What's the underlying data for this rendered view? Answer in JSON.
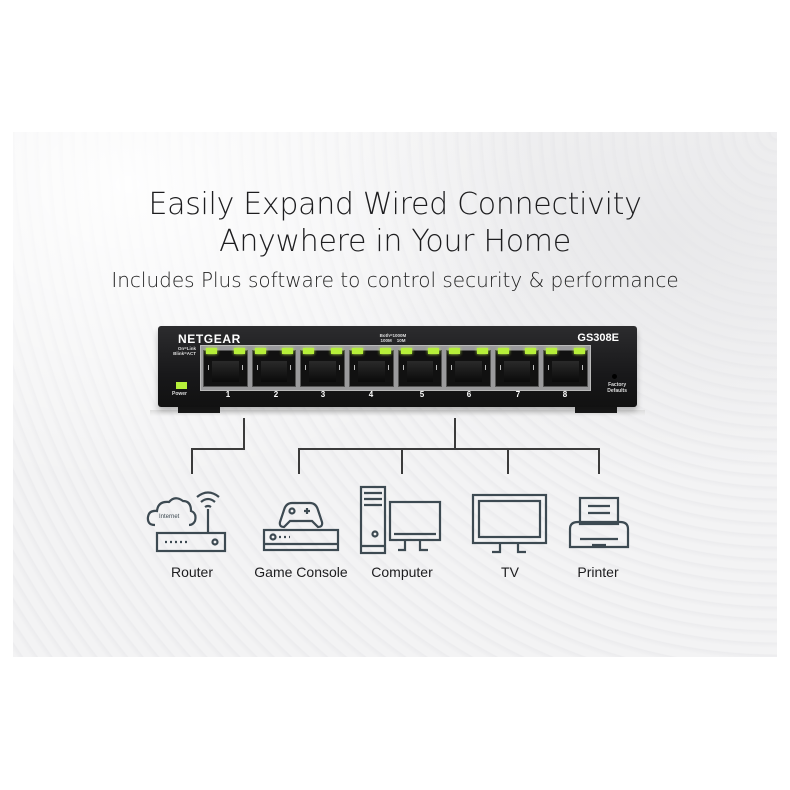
{
  "headline": {
    "line1": "Easily Expand Wired Connectivity",
    "line2": "Anywhere in Your Home",
    "subtitle": "Includes Plus software to control security & performance"
  },
  "switch": {
    "brand": "NETGEAR",
    "model": "GS308E",
    "link_legend_line1": "On=Link",
    "link_legend_line2": "Blink=ACT",
    "speed_legend_line1": "Both=1000M",
    "speed_legend_line2a": "100M",
    "speed_legend_line2b": "10M",
    "power_label": "Power",
    "reset_label_line1": "Factory",
    "reset_label_line2": "Defaults",
    "ports": [
      "1",
      "2",
      "3",
      "4",
      "5",
      "6",
      "7",
      "8"
    ],
    "led_color": "#b6ef3a"
  },
  "devices": [
    {
      "label": "Router",
      "icon": "router-icon",
      "inner_text": "Internet"
    },
    {
      "label": "Game Console",
      "icon": "game-console-icon"
    },
    {
      "label": "Computer",
      "icon": "computer-icon"
    },
    {
      "label": "TV",
      "icon": "tv-icon"
    },
    {
      "label": "Printer",
      "icon": "printer-icon"
    }
  ]
}
